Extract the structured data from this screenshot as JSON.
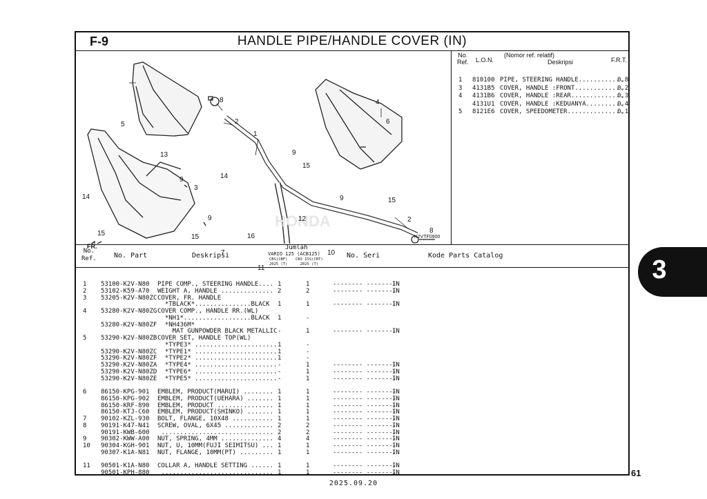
{
  "section_code": "F-9",
  "title": "HANDLE PIPE/HANDLE COVER (IN)",
  "lon_header": {
    "ref": "No.\nRef.",
    "lon": "L.O.N.",
    "desc_top": "(Nomor ref. relatif)",
    "desc": "Deskripsi",
    "frt": "F.R.T."
  },
  "lon_rows": [
    {
      "ref": "1",
      "lon": "810100",
      "desc": "PIPE, STEERING HANDLE............",
      "frt": "0,8"
    },
    {
      "ref": "3",
      "lon": "4131B5",
      "desc": "COVER, HANDLE :FRONT.............",
      "frt": "0,2"
    },
    {
      "ref": "4",
      "lon": "4131B6",
      "desc": "COVER, HANDLE :REAR..............",
      "frt": "0,3"
    },
    {
      "ref": "",
      "lon": "4131U1",
      "desc": "COVER, HANDLE :KEDUANYA..........",
      "frt": "0,4"
    },
    {
      "ref": "5",
      "lon": "8121E6",
      "desc": "COVER, SPEEDOMETER...............",
      "frt": "0,1"
    }
  ],
  "diagram": {
    "code": "K2VTF0900",
    "arrow_label": "FR.",
    "callouts": [
      "5",
      "8",
      "2",
      "1",
      "13",
      "9",
      "14",
      "3",
      "9",
      "15",
      "14",
      "15",
      "4",
      "6",
      "9",
      "15",
      "9",
      "15",
      "16",
      "2",
      "8",
      "7",
      "11",
      "12",
      "10"
    ]
  },
  "parts_header": {
    "ref": "No.\nRef.",
    "part": "No. Part",
    "desc": "Deskripsi",
    "qty": "Jumlah",
    "model": "VARIO 125 (ACB125)",
    "col1": "CBS(CBF)\n2025 (T)",
    "col2": "CBS ISS(CBT)\n2025 (T)",
    "seri": "No. Seri",
    "catalog": "Kode Parts Catalog"
  },
  "parts": [
    {
      "ref": "1",
      "part": "53100-K2V-N80",
      "desc": "PIPE COMP., STEERING HANDLE....",
      "q1": "1",
      "q2": "1",
      "seri": "-------- --------",
      "cat": "IN"
    },
    {
      "ref": "2",
      "part": "53102-K59-A70",
      "desc": "WEIGHT A, HANDLE ..............",
      "q1": "2",
      "q2": "2",
      "seri": "-------- --------",
      "cat": "IN"
    },
    {
      "ref": "3",
      "part": "53205-K2V-N80ZC",
      "desc": "COVER, FR. HANDLE",
      "q1": "",
      "q2": "",
      "seri": "",
      "cat": ""
    },
    {
      "ref": "",
      "part": "",
      "desc": "  *TBLACK*...............BLACK",
      "q1": "1",
      "q2": "1",
      "seri": "-------- --------",
      "cat": "IN"
    },
    {
      "ref": "4",
      "part": "53280-K2V-N80ZG",
      "desc": "COVER COMP., HANDLE RR.(WL)",
      "q1": "",
      "q2": "",
      "seri": "",
      "cat": ""
    },
    {
      "ref": "",
      "part": "",
      "desc": "  *NH1*..................BLACK",
      "q1": "1",
      "q2": "-",
      "seri": "",
      "cat": ""
    },
    {
      "ref": "",
      "part": "53280-K2V-N80ZF",
      "desc": "  *NH436M*",
      "q1": "",
      "q2": "",
      "seri": "",
      "cat": ""
    },
    {
      "ref": "",
      "part": "",
      "desc": "    MAT GUNPOWDER BLACK METALLIC",
      "q1": "-",
      "q2": "1",
      "seri": "-------- --------",
      "cat": "IN"
    },
    {
      "ref": "5",
      "part": "53290-K2V-N80ZB",
      "desc": "COVER SET, HANDLE TOP(WL)",
      "q1": "",
      "q2": "",
      "seri": "",
      "cat": ""
    },
    {
      "ref": "",
      "part": "",
      "desc": "  *TYPE3* ......................",
      "q1": "1",
      "q2": "-",
      "seri": "",
      "cat": ""
    },
    {
      "ref": "",
      "part": "53290-K2V-N80ZC",
      "desc": "  *TYPE1* ......................",
      "q1": "1",
      "q2": "-",
      "seri": "",
      "cat": ""
    },
    {
      "ref": "",
      "part": "53290-K2V-N80ZF",
      "desc": "  *TYPE2* ......................",
      "q1": "1",
      "q2": "-",
      "seri": "",
      "cat": ""
    },
    {
      "ref": "",
      "part": "53290-K2V-N80ZA",
      "desc": "  *TYPE4* ......................",
      "q1": "-",
      "q2": "1",
      "seri": "-------- --------",
      "cat": "IN"
    },
    {
      "ref": "",
      "part": "53290-K2V-N80ZD",
      "desc": "  *TYPE6* ......................",
      "q1": "-",
      "q2": "1",
      "seri": "-------- --------",
      "cat": "IN"
    },
    {
      "ref": "",
      "part": "53290-K2V-N80ZE",
      "desc": "  *TYPE5* ......................",
      "q1": "-",
      "q2": "1",
      "seri": "-------- --------",
      "cat": "IN"
    },
    {
      "ref": "",
      "part": "",
      "desc": "",
      "q1": "",
      "q2": "",
      "seri": "",
      "cat": ""
    },
    {
      "ref": "6",
      "part": "86150-KPG-901",
      "desc": "EMBLEM, PRODUCT(MARUI) ........",
      "q1": "1",
      "q2": "1",
      "seri": "-------- --------",
      "cat": "IN"
    },
    {
      "ref": "",
      "part": "86150-KPG-902",
      "desc": "EMBLEM, PRODUCT(UEHARA) .......",
      "q1": "1",
      "q2": "1",
      "seri": "-------- --------",
      "cat": "IN"
    },
    {
      "ref": "",
      "part": "86150-KRF-890",
      "desc": "EMBLEM, PRODUCT ...............",
      "q1": "1",
      "q2": "1",
      "seri": "-------- --------",
      "cat": "IN"
    },
    {
      "ref": "",
      "part": "86150-KTJ-C60",
      "desc": "EMBLEM, PRODUCT(SHINKO) .......",
      "q1": "1",
      "q2": "1",
      "seri": "-------- --------",
      "cat": "IN"
    },
    {
      "ref": "7",
      "part": "90102-KZL-930",
      "desc": "BOLT, FLANGE, 10X48 ...........",
      "q1": "1",
      "q2": "1",
      "seri": "-------- --------",
      "cat": "IN"
    },
    {
      "ref": "8",
      "part": "90191-K47-N41",
      "desc": "SCREW, OVAL, 6X45 .............",
      "q1": "2",
      "q2": "2",
      "seri": "-------- --------",
      "cat": "IN"
    },
    {
      "ref": "",
      "part": "90191-KWB-600",
      "desc": " ..............................",
      "q1": "2",
      "q2": "2",
      "seri": "-------- --------",
      "cat": "IN"
    },
    {
      "ref": "9",
      "part": "90302-KWW-A00",
      "desc": "NUT, SPRING, 4MM ..............",
      "q1": "4",
      "q2": "4",
      "seri": "-------- --------",
      "cat": "IN"
    },
    {
      "ref": "10",
      "part": "90304-KGH-901",
      "desc": "NUT, U, 10MM(FUJI SEIMITSU) ...",
      "q1": "1",
      "q2": "1",
      "seri": "-------- --------",
      "cat": "IN"
    },
    {
      "ref": "",
      "part": "90307-K1A-N81",
      "desc": "NUT, FLANGE, 10MM(PT) .........",
      "q1": "1",
      "q2": "1",
      "seri": "-------- --------",
      "cat": "IN"
    },
    {
      "ref": "",
      "part": "",
      "desc": "",
      "q1": "",
      "q2": "",
      "seri": "",
      "cat": ""
    },
    {
      "ref": "11",
      "part": "90501-K1A-N80",
      "desc": "COLLAR A, HANDLE SETTING ......",
      "q1": "1",
      "q2": "1",
      "seri": "-------- --------",
      "cat": "IN"
    },
    {
      "ref": "",
      "part": "90501-KPH-880",
      "desc": " ..............................",
      "q1": "1",
      "q2": "1",
      "seri": "-------- --------",
      "cat": "IN"
    }
  ],
  "tab": "3",
  "page_number": "61",
  "date": "2025.09.20"
}
